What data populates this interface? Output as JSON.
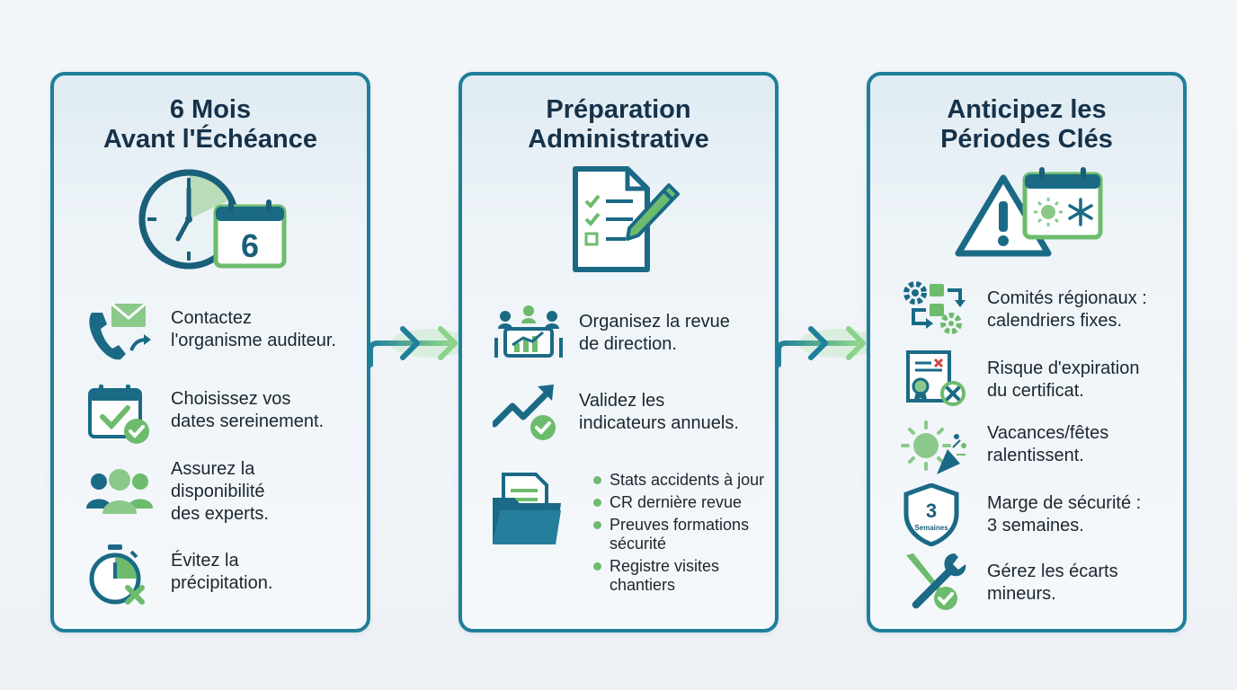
{
  "panels": [
    {
      "title_lines": [
        "6 Mois",
        "Avant l'Échéance"
      ],
      "hero_icons": [
        "clock-icon",
        "calendar-icon"
      ],
      "hero_calendar_number": "6",
      "items": [
        {
          "icon": "phone-mail-icon",
          "lines": [
            "Contactez",
            "l'organisme auditeur."
          ]
        },
        {
          "icon": "calendar-check-icon",
          "lines": [
            "Choisissez vos",
            "dates sereinement."
          ]
        },
        {
          "icon": "people-icon",
          "lines": [
            "Assurez la",
            "disponibilité",
            "des experts."
          ]
        },
        {
          "icon": "stopwatch-cross-icon",
          "lines": [
            "Évitez la",
            "précipitation."
          ]
        }
      ]
    },
    {
      "title_lines": [
        "Préparation",
        "Administrative"
      ],
      "hero_icons": [
        "checklist-pen-icon"
      ],
      "items": [
        {
          "icon": "meeting-chart-icon",
          "lines": [
            "Organisez la revue",
            "de direction."
          ]
        },
        {
          "icon": "trend-check-icon",
          "lines": [
            "Validez les",
            "indicateurs annuels."
          ]
        }
      ],
      "folder_icon": "folder-document-icon",
      "bullets": [
        {
          "lines": [
            "Stats accidents à jour"
          ]
        },
        {
          "lines": [
            "CR dernière revue"
          ]
        },
        {
          "lines": [
            "Preuves formations",
            "sécurité"
          ]
        },
        {
          "lines": [
            "Registre visites",
            "chantiers"
          ]
        }
      ]
    },
    {
      "title_lines": [
        "Anticipez les",
        "Périodes Clés"
      ],
      "hero_icons": [
        "warning-icon",
        "season-calendar-icon"
      ],
      "items": [
        {
          "icon": "gears-flow-icon",
          "lines": [
            "Comités régionaux :",
            "calendriers fixes."
          ]
        },
        {
          "icon": "certificate-cross-icon",
          "lines": [
            "Risque d'expiration",
            "du certificat."
          ]
        },
        {
          "icon": "sun-party-icon",
          "lines": [
            "Vacances/fêtes",
            "ralentissent."
          ]
        },
        {
          "icon": "shield-weeks-icon",
          "lines": [
            "Marge de sécurité :",
            "3 semaines."
          ],
          "badge_number": "3",
          "badge_label": "Semaines"
        },
        {
          "icon": "tools-check-icon",
          "lines": [
            "Gérez les écarts",
            "mineurs."
          ]
        }
      ]
    }
  ],
  "connectors": [
    "arrow-right-icon",
    "arrow-right-icon"
  ],
  "colors": {
    "teal": "#1f7f9a",
    "dark_teal": "#1a5f7a",
    "green": "#6dbb6d",
    "bg": "#f3f6f9"
  }
}
